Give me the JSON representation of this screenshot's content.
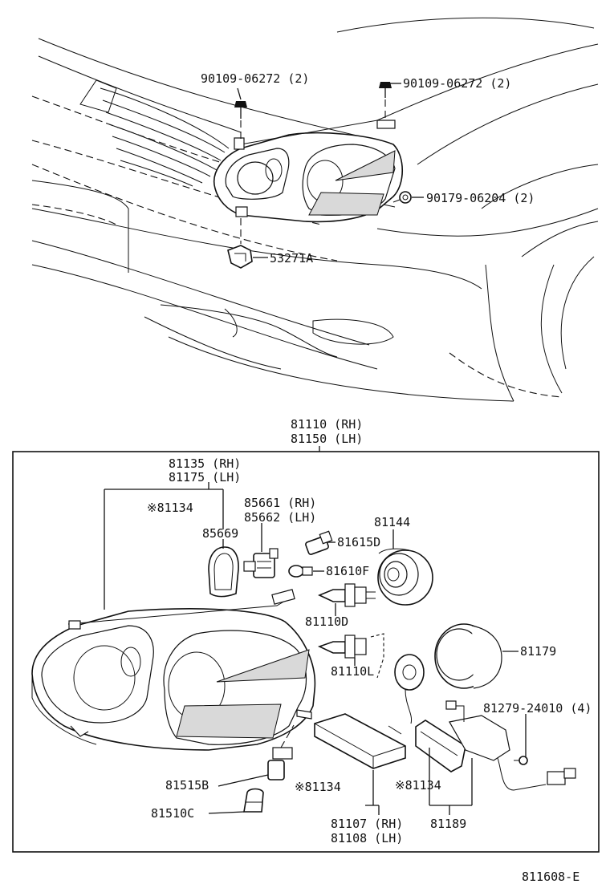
{
  "figure_code": "811608-E",
  "top_labels": {
    "bolt_left": "90109-06272 (2)",
    "bolt_right": "90109-06272 (2)",
    "nut": "90179-06204 (2)",
    "clip": "53271A"
  },
  "assembly": {
    "rh": "81110 (RH)",
    "lh": "81150 (LH)"
  },
  "callouts": {
    "unit_rh": "81135 (RH)",
    "unit_lh": "81175 (LH)",
    "note_81134_a": "※81134",
    "socket_rh": "85661 (RH)",
    "socket_lh": "85662 (LH)",
    "gasket": "85669",
    "socket_815": "81615D",
    "bulb_816": "81610F",
    "cap": "81144",
    "bulb_d": "81110D",
    "bulb_l": "81110L",
    "cover": "81179",
    "screw": "81279-24010 (4)",
    "socket_b": "81515B",
    "bulb_c": "81510C",
    "note_81134_b": "※81134",
    "note_81134_c": "※81134",
    "computer_rh": "81107 (RH)",
    "computer_lh": "81108 (LH)",
    "igniter": "81189"
  }
}
